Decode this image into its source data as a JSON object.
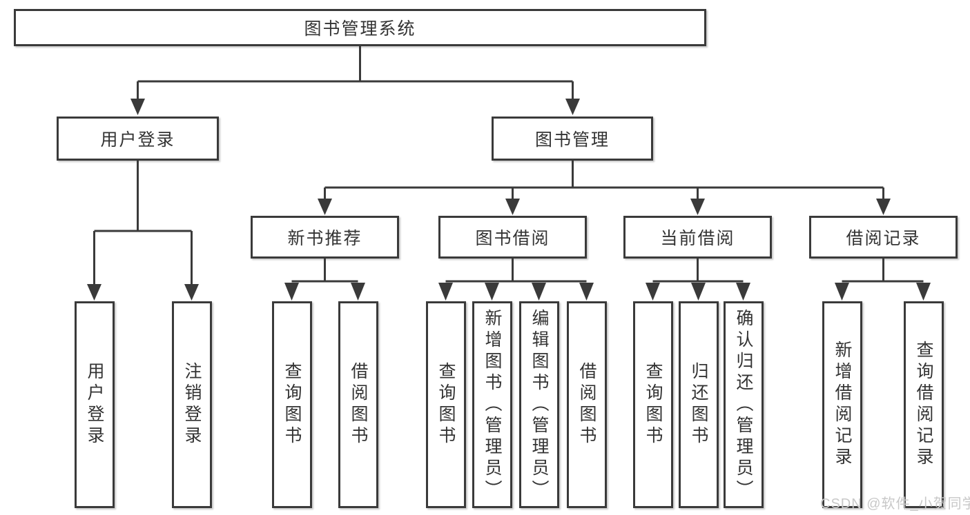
{
  "diagram": {
    "root": {
      "label": "图书管理系统"
    },
    "level2": [
      {
        "label": "用户登录"
      },
      {
        "label": "图书管理"
      }
    ],
    "level3": [
      {
        "parent": "图书管理",
        "label": "新书推荐"
      },
      {
        "parent": "图书管理",
        "label": "图书借阅"
      },
      {
        "parent": "图书管理",
        "label": "当前借阅"
      },
      {
        "parent": "图书管理",
        "label": "借阅记录"
      }
    ],
    "level4": [
      {
        "parent": "用户登录",
        "label": "用户登录"
      },
      {
        "parent": "用户登录",
        "label": "注销登录"
      },
      {
        "parent": "新书推荐",
        "label": "查询图书"
      },
      {
        "parent": "新书推荐",
        "label": "借阅图书"
      },
      {
        "parent": "图书借阅",
        "label": "查询图书"
      },
      {
        "parent": "图书借阅",
        "label": "新增图书（管理员）"
      },
      {
        "parent": "图书借阅",
        "label": "编辑图书（管理员）"
      },
      {
        "parent": "图书借阅",
        "label": "借阅图书"
      },
      {
        "parent": "当前借阅",
        "label": "查询图书"
      },
      {
        "parent": "当前借阅",
        "label": "归还图书"
      },
      {
        "parent": "当前借阅",
        "label": "确认归还（管理员）"
      },
      {
        "parent": "借阅记录",
        "label": "新增借阅记录"
      },
      {
        "parent": "借阅记录",
        "label": "查询借阅记录"
      }
    ],
    "watermark": "CSDN @软件_小贺同学",
    "colors": {
      "line": "#3a3a3a",
      "text": "#333333",
      "box_background": "#ffffff",
      "page_background": "#ffffff",
      "watermark": "#c8c8c8"
    }
  }
}
